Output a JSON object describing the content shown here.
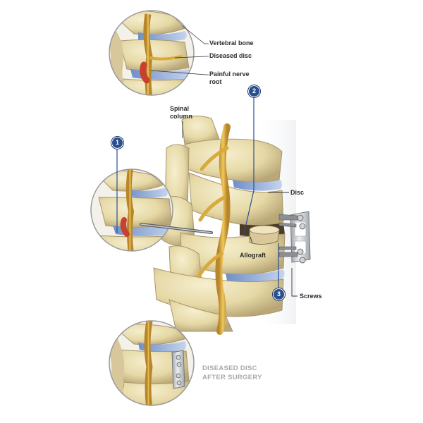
{
  "labels": {
    "vertebral_bone": "Vertebral bone",
    "diseased_disc": "Diseased disc",
    "painful_nerve_root_line1": "Painful nerve",
    "painful_nerve_root_line2": "root",
    "spinal_column_line1": "Spinal",
    "spinal_column_line2": "column",
    "disc": "Disc",
    "allograft": "Allograft",
    "screws": "Screws"
  },
  "steps": [
    "1",
    "2",
    "3"
  ],
  "caption": {
    "line1": "DISEASED DISC",
    "line2": "AFTER SURGERY"
  },
  "colors": {
    "bone": "#e9dfb2",
    "bone_shadow": "#b9a777",
    "disc": "#8fa8d4",
    "nerve": "#d9a93a",
    "inflamed_nerve": "#c8402e",
    "badge": "#2a4f8f",
    "plate": "#c9ccd0",
    "leader_blue": "#2a4f8f"
  }
}
